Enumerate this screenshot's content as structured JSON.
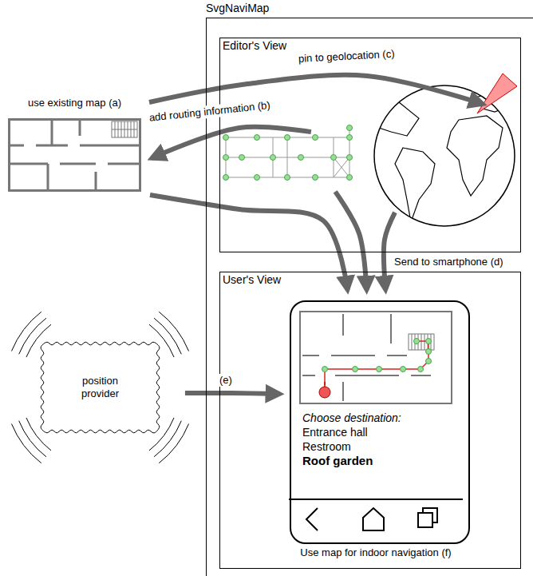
{
  "diagram": {
    "nodes": [
      {
        "text": [
          "SvgNaviMap"
        ]
      },
      {
        "text": [
          "Editor's View"
        ],
        "in": 0
      },
      {
        "text": [
          "User's View"
        ],
        "in": 0
      },
      {
        "text": [
          "use existing map (a)"
        ]
      },
      {
        "text": [
          "position provider"
        ]
      },
      {
        "text": [
          "Choose destination:",
          "Entrance hall",
          "Restroom",
          "Roof garden"
        ],
        "in": 2
      }
    ],
    "edges": [
      {
        "from": 3,
        "to": 1,
        "label": "pin to geolocation (c)",
        "arrow": "to"
      },
      {
        "from": 1,
        "to": 3,
        "label": "add routing information (b)",
        "arrow": "to"
      },
      {
        "from": 3,
        "to": 5,
        "arrow": "to"
      },
      {
        "from": 1,
        "to": 5,
        "arrow": "to"
      },
      {
        "from": 1,
        "to": 5,
        "label": "Send to smartphone (d)",
        "arrow": "to"
      },
      {
        "from": 4,
        "to": 5,
        "label": "(e)",
        "arrow": "to"
      }
    ],
    "labels": [
      "Use map for indoor navigation (f)"
    ]
  }
}
